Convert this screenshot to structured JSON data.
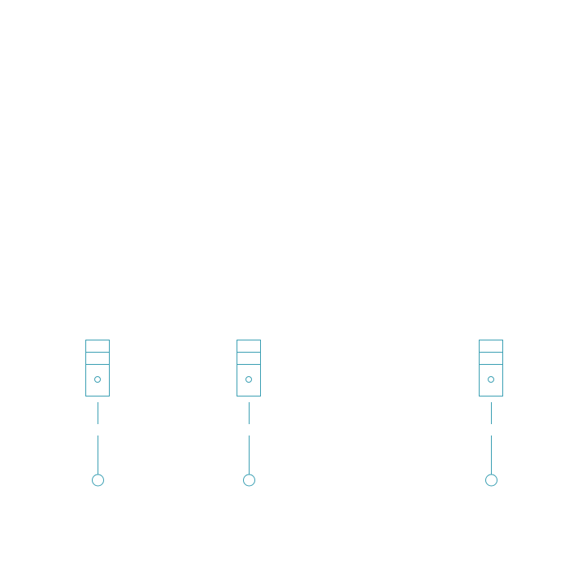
{
  "diagram": {
    "stroke_color": "#3a9fb3",
    "background_color": "#ffffff",
    "nodes": [
      {
        "id": "server-1",
        "icon": "server-tower-icon"
      },
      {
        "id": "server-2",
        "icon": "server-tower-icon"
      },
      {
        "id": "server-3",
        "icon": "server-tower-icon"
      }
    ]
  }
}
